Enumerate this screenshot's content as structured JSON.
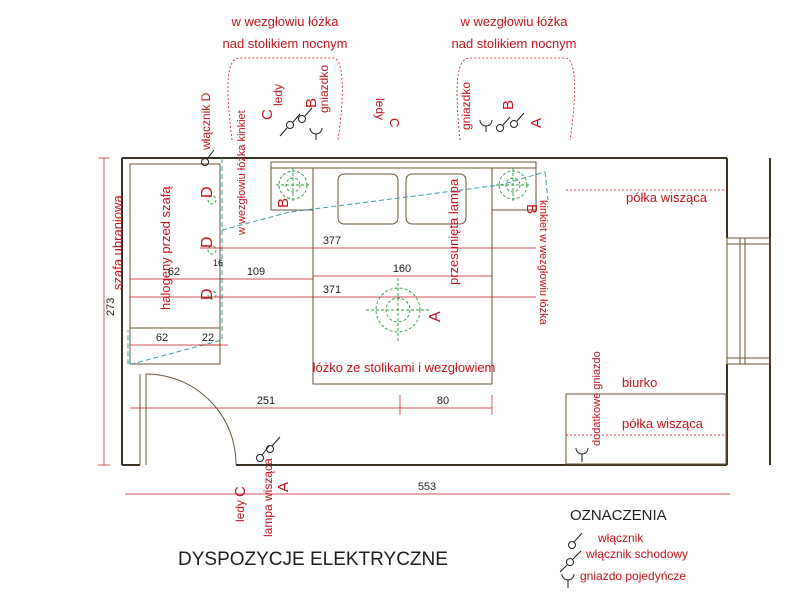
{
  "title": "DYSPOZYCJE ELEKTRYCZNE",
  "legend": {
    "title": "OZNACZENIA",
    "switch": "włącznik",
    "staircase_switch": "włącznik schodowy",
    "single_socket": "gniazdo pojedyńcze"
  },
  "top_notes": {
    "left_line1": "w wezgłowiu łóżka",
    "left_line2": "nad stolikiem nocnym",
    "right_line1": "w wezgłowiu łóżka",
    "right_line2": "nad stolikiem nocnym"
  },
  "labels": {
    "wardrobe": "szafa ubraniowa",
    "halogens": "halogeny przed szafą",
    "switch_d": "włącznik D",
    "headboard_sconce_left": "w wezgłowiu łóżka kinkiet",
    "headboard_sconce_right": "kinkiet w wezgłowiu łóżka",
    "bed": "łóżko ze stolikami i wezgłowiem",
    "pendant": "przesunięta lampa",
    "shelf_top": "półka wisząca",
    "desk": "biurko",
    "shelf_desk": "półka wisząca",
    "extra_socket": "dodatkowe gniazdo",
    "leds_top_left": "ledy",
    "socket_top_left": "gniazdko",
    "leds_top_mid": "ledy",
    "socket_top_right": "gniazdko",
    "leds_bottom": "ledy",
    "hanging_lamp": "lampa wisząca"
  },
  "letters": {
    "A": "A",
    "B": "B",
    "C": "C",
    "D": "D"
  },
  "dimensions": {
    "d273": "273",
    "d62a": "62",
    "d16": "16",
    "d109": "109",
    "d377": "377",
    "d160": "160",
    "d371": "371",
    "d62b": "62",
    "d22": "22",
    "d251": "251",
    "d80": "80",
    "d553": "553"
  },
  "colors": {
    "annotation": "#c0141b",
    "wall": "#3c3224",
    "furniture": "#6b5436",
    "wiring": "#3a9aa8",
    "fixture": "#2a9a3a"
  }
}
